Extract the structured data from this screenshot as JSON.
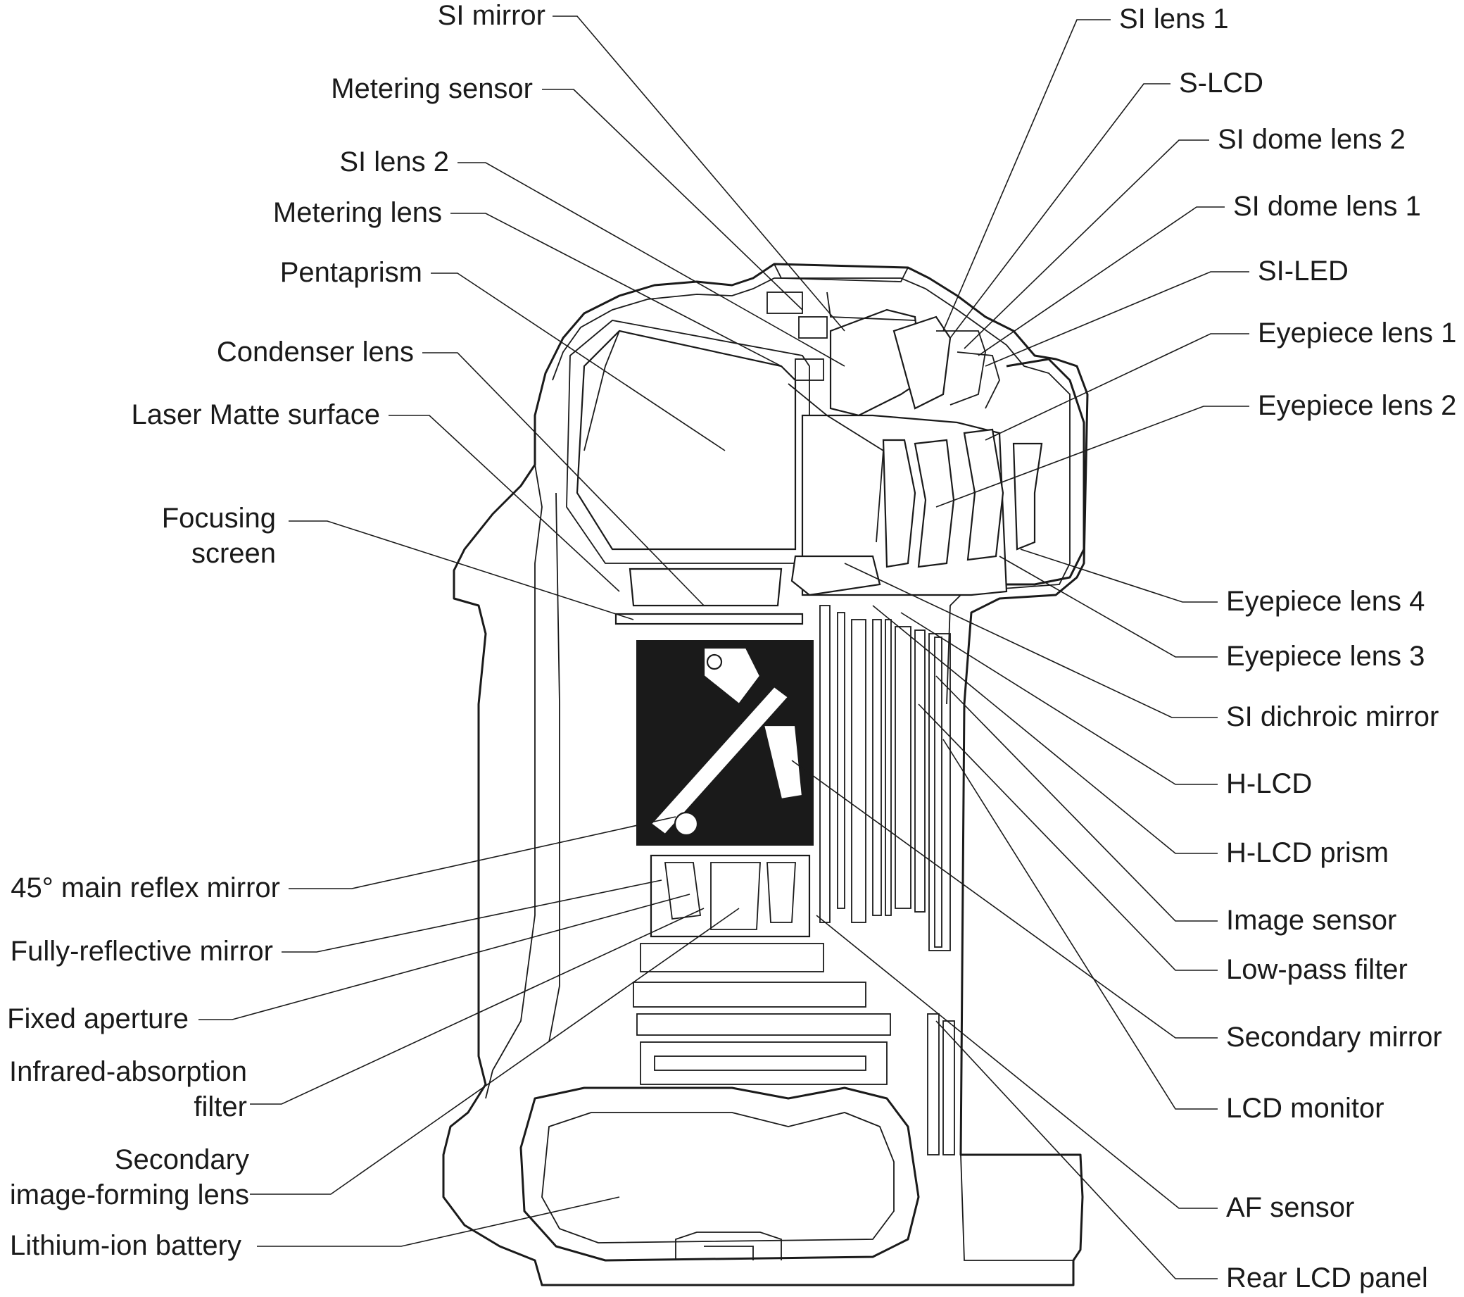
{
  "labels_left": [
    {
      "id": "si-mirror",
      "lines": [
        "SI mirror"
      ]
    },
    {
      "id": "metering-sensor",
      "lines": [
        "Metering sensor"
      ]
    },
    {
      "id": "si-lens-2",
      "lines": [
        "SI lens 2"
      ]
    },
    {
      "id": "metering-lens",
      "lines": [
        "Metering lens"
      ]
    },
    {
      "id": "pentaprism",
      "lines": [
        "Pentaprism"
      ]
    },
    {
      "id": "condenser-lens",
      "lines": [
        "Condenser lens"
      ]
    },
    {
      "id": "laser-matte-surface",
      "lines": [
        "Laser Matte surface"
      ]
    },
    {
      "id": "focusing-screen",
      "lines": [
        "Focusing",
        "screen"
      ]
    },
    {
      "id": "main-reflex-mirror",
      "lines": [
        "45° main reflex mirror"
      ]
    },
    {
      "id": "fully-reflective-mirror",
      "lines": [
        "Fully-reflective mirror"
      ]
    },
    {
      "id": "fixed-aperture",
      "lines": [
        "Fixed aperture"
      ]
    },
    {
      "id": "infrared-absorption-filter",
      "lines": [
        "Infrared-absorption",
        "filter"
      ]
    },
    {
      "id": "secondary-image-forming-lens",
      "lines": [
        "Secondary",
        "image-forming lens"
      ]
    },
    {
      "id": "lithium-ion-battery",
      "lines": [
        "Lithium-ion battery"
      ]
    }
  ],
  "labels_right": [
    {
      "id": "si-lens-1",
      "lines": [
        "SI lens 1"
      ]
    },
    {
      "id": "s-lcd",
      "lines": [
        "S-LCD"
      ]
    },
    {
      "id": "si-dome-lens-2",
      "lines": [
        "SI dome lens 2"
      ]
    },
    {
      "id": "si-dome-lens-1",
      "lines": [
        "SI dome lens 1"
      ]
    },
    {
      "id": "si-led",
      "lines": [
        "SI-LED"
      ]
    },
    {
      "id": "eyepiece-lens-1",
      "lines": [
        "Eyepiece lens 1"
      ]
    },
    {
      "id": "eyepiece-lens-2",
      "lines": [
        "Eyepiece lens 2"
      ]
    },
    {
      "id": "eyepiece-lens-4",
      "lines": [
        "Eyepiece lens 4"
      ]
    },
    {
      "id": "eyepiece-lens-3",
      "lines": [
        "Eyepiece lens 3"
      ]
    },
    {
      "id": "si-dichroic-mirror",
      "lines": [
        "SI dichroic mirror"
      ]
    },
    {
      "id": "h-lcd",
      "lines": [
        "H-LCD"
      ]
    },
    {
      "id": "h-lcd-prism",
      "lines": [
        "H-LCD prism"
      ]
    },
    {
      "id": "image-sensor",
      "lines": [
        "Image sensor"
      ]
    },
    {
      "id": "low-pass-filter",
      "lines": [
        "Low-pass filter"
      ]
    },
    {
      "id": "secondary-mirror",
      "lines": [
        "Secondary mirror"
      ]
    },
    {
      "id": "lcd-monitor",
      "lines": [
        "LCD monitor"
      ]
    },
    {
      "id": "af-sensor",
      "lines": [
        "AF sensor"
      ]
    },
    {
      "id": "rear-lcd-panel",
      "lines": [
        "Rear LCD panel"
      ]
    }
  ]
}
